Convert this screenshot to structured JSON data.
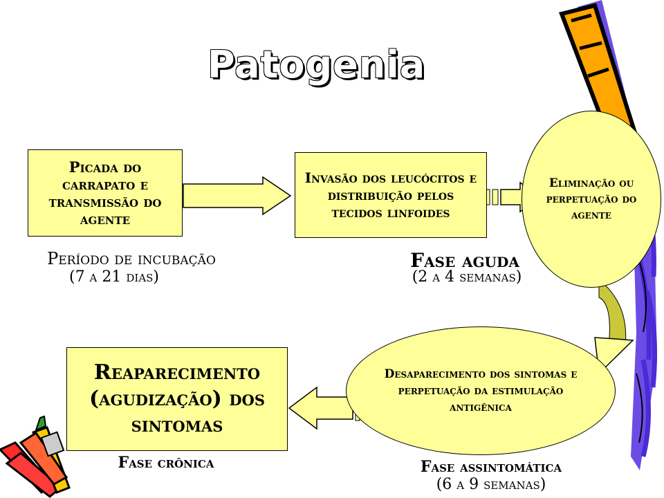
{
  "slide": {
    "title": "Patogenia",
    "nodes": {
      "bite": "Picada do carrapato e transmissão do agente",
      "invasion": "Invasão dos leucócitos e distribuição pelos tecidos linfoides",
      "elimination": "Eliminação ou perpetuação do agente",
      "disappearance": "Desaparecimento dos sintomas e perpetuação da estimulação antigênica",
      "reappearance": "Reaparecimento (agudização) dos sintomas"
    },
    "phases": {
      "incubation_label": "Período de incubação",
      "incubation_duration": "(7 a 21 dias)",
      "acute_label": "Fase aguda",
      "acute_duration": "(2 a 4 semanas)",
      "asymptomatic_label": "Fase assintomática",
      "asymptomatic_duration": "(6 a 9 semanas)",
      "chronic_label": "Fase crônica"
    },
    "icons": [
      "pencil-icon",
      "crayons-icon"
    ],
    "colors": {
      "box_fill": "#ffff99",
      "arrow_fill": "#ffff99"
    }
  }
}
